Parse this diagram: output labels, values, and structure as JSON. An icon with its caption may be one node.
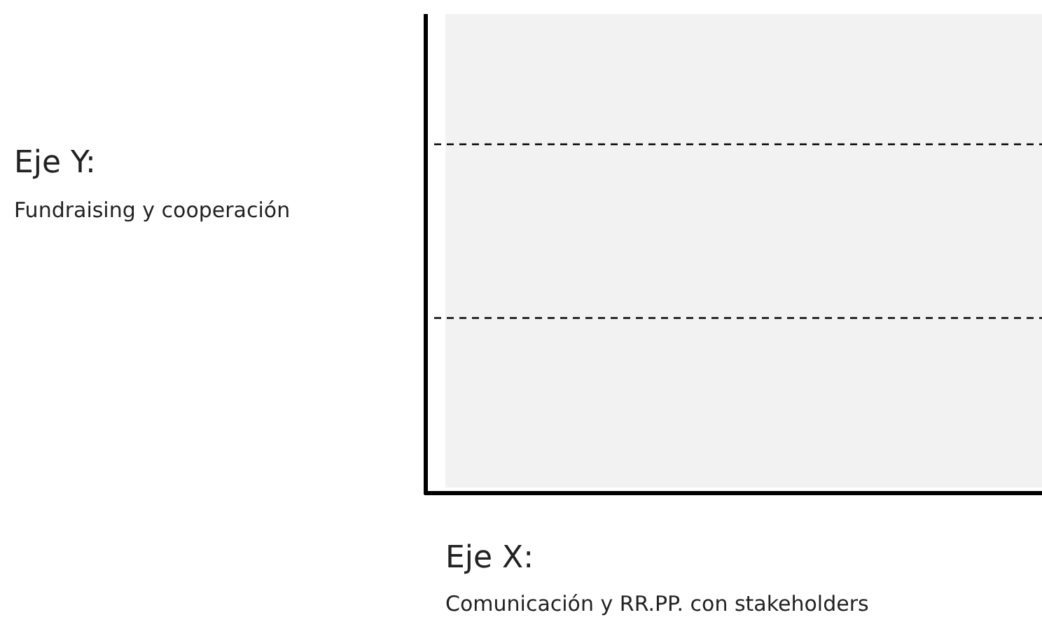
{
  "diagram": {
    "labels": [
      "Eje Y:",
      "Fundraising y cooperación",
      "Eje X:",
      "Comunicación y RR.PP. con stakeholders"
    ]
  }
}
